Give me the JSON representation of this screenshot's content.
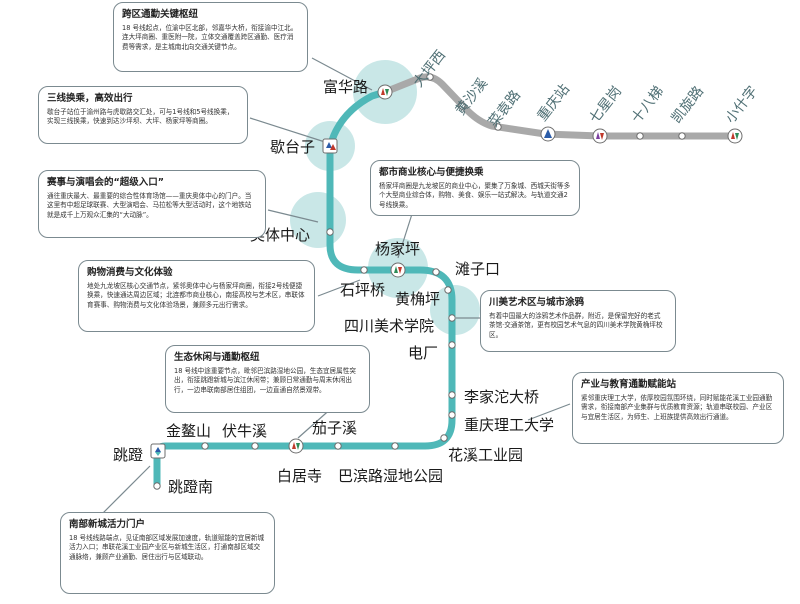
{
  "colors": {
    "line18": "#4fb8b8",
    "line18_continuation": "#a9a9a9",
    "halo": "#bfe3e3",
    "station_fill": "#ffffff",
    "station_stroke": "#6e6e6e",
    "transfer_arrow_red": "#c0392b",
    "transfer_arrow_green": "#2e8b57",
    "transfer_arrow_blue": "#2b5ca8",
    "callout_border": "#7b8a90"
  },
  "stations": {
    "tiaodeng": "跳蹬",
    "tiaodeng_south": "跳蹬南",
    "jinaoshan": "金鳌山",
    "funiuxi": "伏牛溪",
    "baijusi": "白居寺",
    "ziyaxi": "茄子溪",
    "huaxi_industrial_park": "花溪工业园",
    "babin_road_wetland_park": "巴滨路湿地公园",
    "chongqing_univ_of_technology": "重庆理工大学",
    "lijiatuo_bridge": "李家沱大桥",
    "dianchang": "电厂",
    "sichuan_fine_arts_institute": "四川美术学院",
    "huangjueping": "黄桷坪",
    "tanzikou": "滩子口",
    "yangjiaping": "杨家坪",
    "shipingqiao": "石坪桥",
    "olympic_center": "奥体中心",
    "xietaizi": "歇台子",
    "fuhua_road": "富华路",
    "daping_west": "大坪西",
    "huangshaxi": "黄沙溪",
    "caiyuanba": "菜袁路",
    "chongqing_railway_station": "重庆站",
    "qixinggang": "七星岗",
    "shibati": "十八梯",
    "kaixuan_road": "凯旋路",
    "xiaoshizi": "小什字"
  },
  "callouts": [
    {
      "title": "跨区通勤关键枢纽",
      "body": "18 号线起点，位渝中区北部，邻嘉华大桥，衔接渝中江北。连大坪商圈、重医附一院，立体交通覆盖跨区通勤、医疗消费等需求，是主城南北向交通关键节点。"
    },
    {
      "title": "三线换乘，高效出行",
      "body": "歇台子站位于渝州路与虎歇路交汇处，可与1号线和5号线换乘，实现三线换乘，快速到达沙坪坝、大坪、杨家坪等商圈。"
    },
    {
      "title": "赛事与演唱会的“超级入口”",
      "body": "通往重庆最大、最重要的综合性体育场馆——重庆奥体中心的门户。当这里有中超足球联赛、大型演唱会、马拉松等大型活动时，这个地铁站就是成千上万观众汇集的“大动脉”。"
    },
    {
      "title": "都市商业核心与便捷换乘",
      "body": "杨家坪商圈是九龙坡区的商业中心，聚集了万象城、西城天街等多个大型商业综合体，购物、美食、娱乐一站式解决。与轨道交通2号线换乘。"
    },
    {
      "title": "购物消费与文化体验",
      "body": "地处九龙坡区核心交通节点，紧邻奥体中心与杨家坪商圈，衔接2号线便捷换乘，快速通达周边区域；北连都市商业核心，南接高校与艺术区，串联体育赛事、购物消费与文化体验场景，兼顾多元出行需求。"
    },
    {
      "title": "川美艺术区与城市涂鸦",
      "body": "有着中国最大的涂鸦艺术作品群，附近，是保留完好的老式茶馆·交通茶馆，更有校园艺术气息的四川美术学院黄桷坪校区。"
    },
    {
      "title": "生态休闲与通勤枢纽",
      "body": "18 号线中途重要节点，毗邻巴滨路湿地公园，生态宜居属性突出，衔接跳蹬新城与滨江休闲带；兼顾日常通勤与周末休闲出行，一边串联南部居住组团，一边直通自然景观带。"
    },
    {
      "title": "产业与教育通勤赋能站",
      "body": "紧邻重庆理工大学，依厚校园氛围环绕，同时赋能花溪工业园通勤需求，衔接南部产业集群与优质教育资源；轨道串联校园、产业区与宜居生活区，为师生、上班族提供高效出行通道。"
    },
    {
      "title": "南部新城活力门户",
      "body": "18 号线线路端点，见证南部区域发展加速度，轨道赋能的宜居新城活力入口；串联花溪工业园产业区与新城生活区，打通南部区域交通脉络，兼顾产业通勤、居住出行与区域联动。"
    }
  ]
}
